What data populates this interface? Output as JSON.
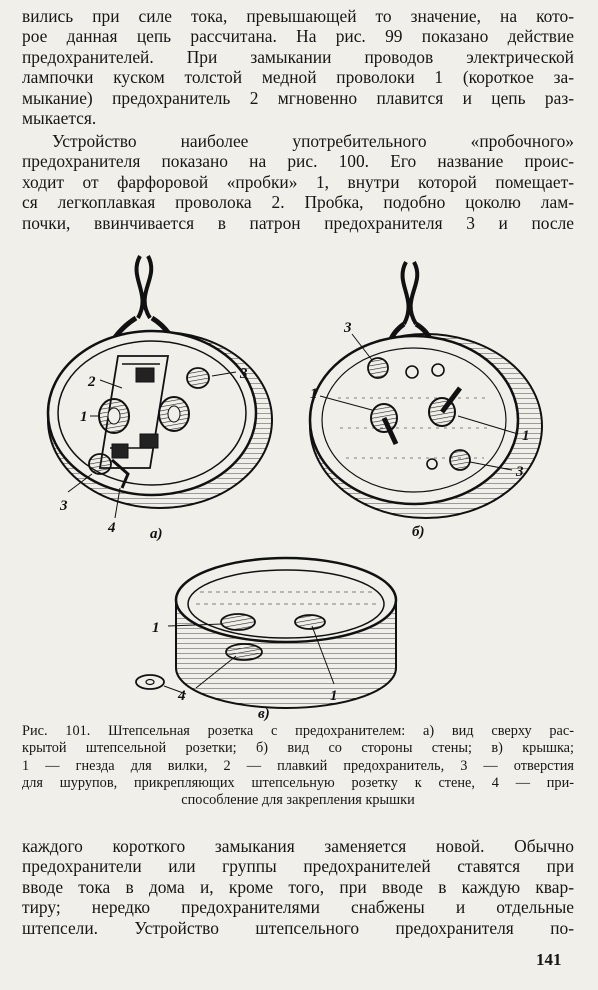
{
  "paragraph_top": [
    "вились при силе тока, превышающей то значение, на кото-",
    "рое данная цепь рассчитана. На рис. 99 показано действие",
    "предохранителей. При замыкании проводов электрической",
    "лампочки куском толстой медной проволоки 1 (короткое за-",
    "мыкание) предохранитель 2 мгновенно плавится и цепь раз-",
    "мыкается."
  ],
  "paragraph_middle": [
    "Устройство наиболее употребительного «пробочного»",
    "предохранителя показано на рис. 100. Его название проис-",
    "ходит от фарфоровой «пробки» 1, внутри которой помещает-",
    "ся легкоплавкая проволока 2. Пробка, подобно цоколю лам-",
    "почки, ввинчивается в патрон предохранителя 3 и после"
  ],
  "figure": {
    "label_a": "а)",
    "label_b": "б)",
    "label_v": "в)",
    "callouts_a": [
      "1",
      "2",
      "3",
      "3",
      "4"
    ],
    "callouts_b": [
      "1",
      "1",
      "3",
      "3"
    ],
    "callouts_v": [
      "1",
      "1",
      "4"
    ]
  },
  "caption": [
    "Рис. 101. Штепсельная розетка с предохранителем: а) вид сверху рас-",
    "крытой штепсельной розетки; б) вид со стороны стены; в) крышка;",
    "1 — гнезда для вилки, 2 — плавкий предохранитель, 3 — отверстия",
    "для шурупов, прикрепляющих штепсельную розетку к стене, 4 — при-",
    "способление для закрепления крышки"
  ],
  "paragraph_bottom": [
    "каждого короткого замыкания заменяется новой. Обычно",
    "предохранители или группы предохранителей ставятся при",
    "вводе тока в дома и, кроме того, при вводе в каждую квар-",
    "тиру; нередко предохранителями снабжены и отдельные",
    "штепсели. Устройство штепсельного предохранителя по-"
  ],
  "page_number": "141"
}
